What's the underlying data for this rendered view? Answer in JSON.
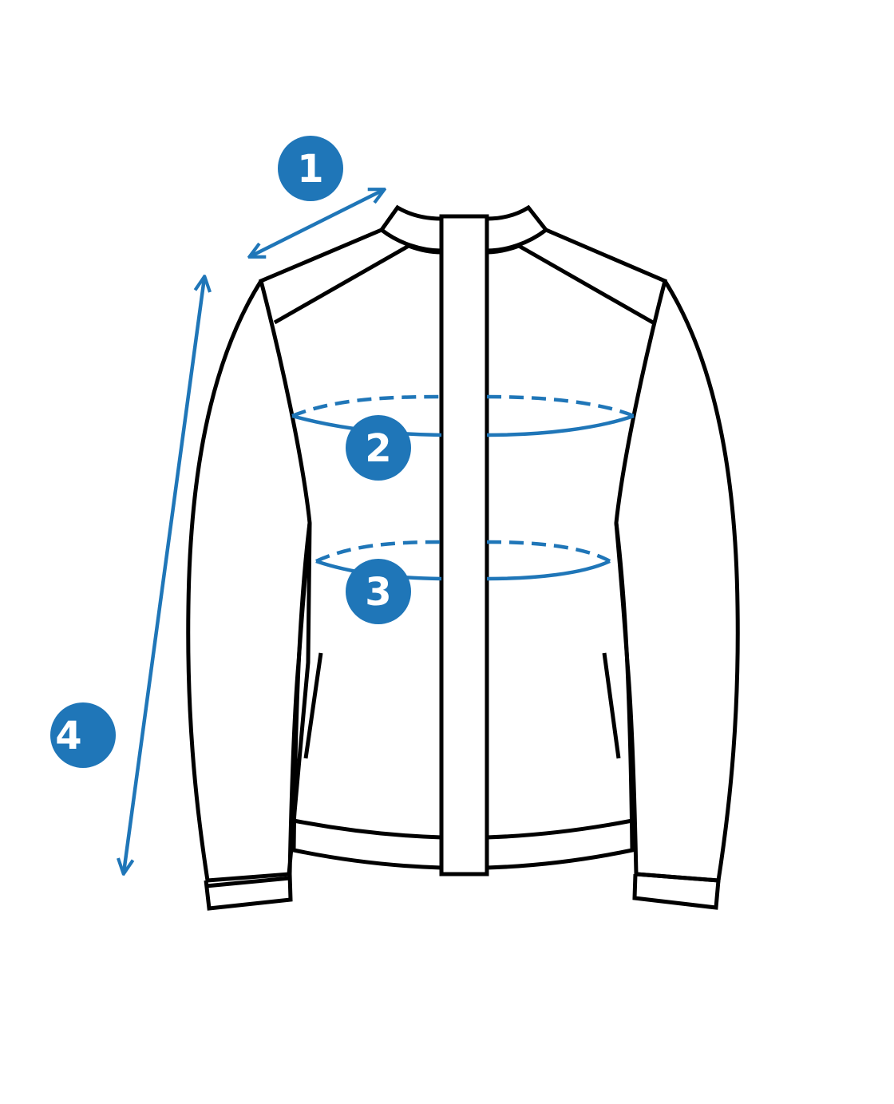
{
  "colors": {
    "accent": "#1f76b8",
    "outline": "#000000",
    "background": "#ffffff"
  },
  "badges": [
    {
      "label": "1",
      "measure": "shoulder-width"
    },
    {
      "label": "2",
      "measure": "chest"
    },
    {
      "label": "3",
      "measure": "waist"
    },
    {
      "label": "4",
      "measure": "sleeve-length"
    }
  ]
}
